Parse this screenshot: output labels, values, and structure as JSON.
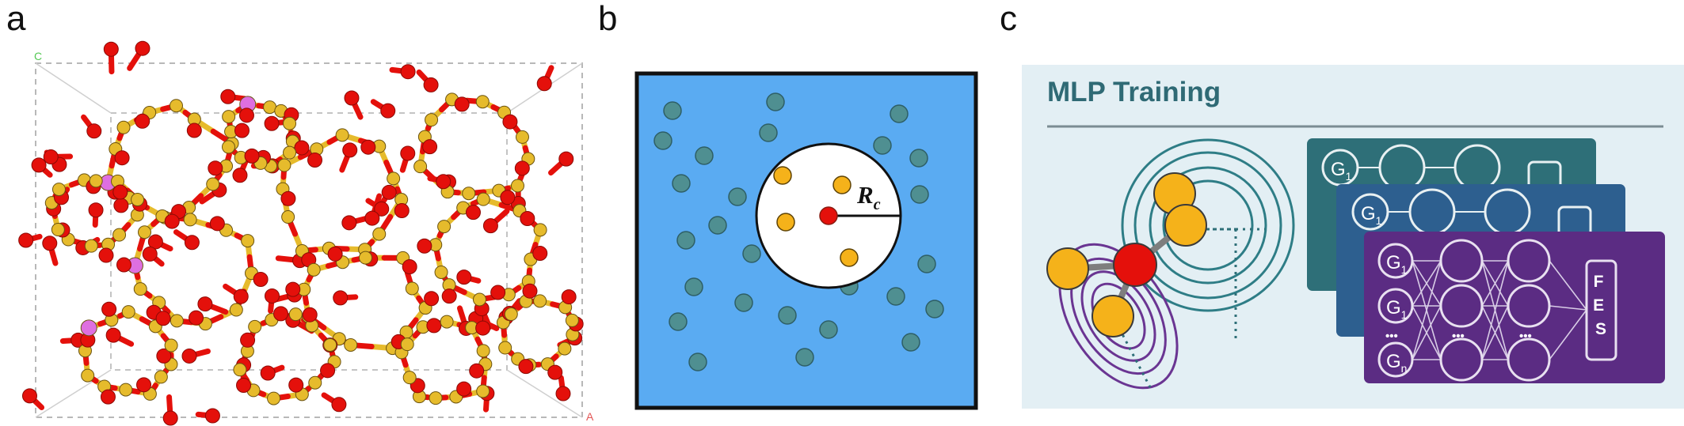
{
  "panels": {
    "a": {
      "letter": "a",
      "axis_c": "C",
      "axis_a": "A"
    },
    "b": {
      "letter": "b",
      "cutoff_label": "R",
      "cutoff_sub": "c"
    },
    "c": {
      "letter": "c",
      "title": "MLP Training",
      "back_inputs": [
        "G",
        "G"
      ],
      "back_subs": [
        "1",
        "1"
      ],
      "front_inputs": [
        "G",
        "G",
        "G"
      ],
      "front_subs": [
        "1",
        "1",
        "n"
      ],
      "dots": "•••",
      "output_label": "F E S"
    }
  },
  "colors": {
    "oxygen": "#e4100b",
    "silicon": "#e6bb2c",
    "aluminum": "#de6fe0",
    "box_water": "#5aabf2",
    "water_molecule": "#4f8f91",
    "neighbor_atom": "#f5b21a",
    "panel_c_bg": "#e3eff4",
    "title_teal": "#2f6a75",
    "net_teal": "#2e6f78",
    "net_blue": "#2d5f8f",
    "net_purple": "#5b2c83"
  }
}
